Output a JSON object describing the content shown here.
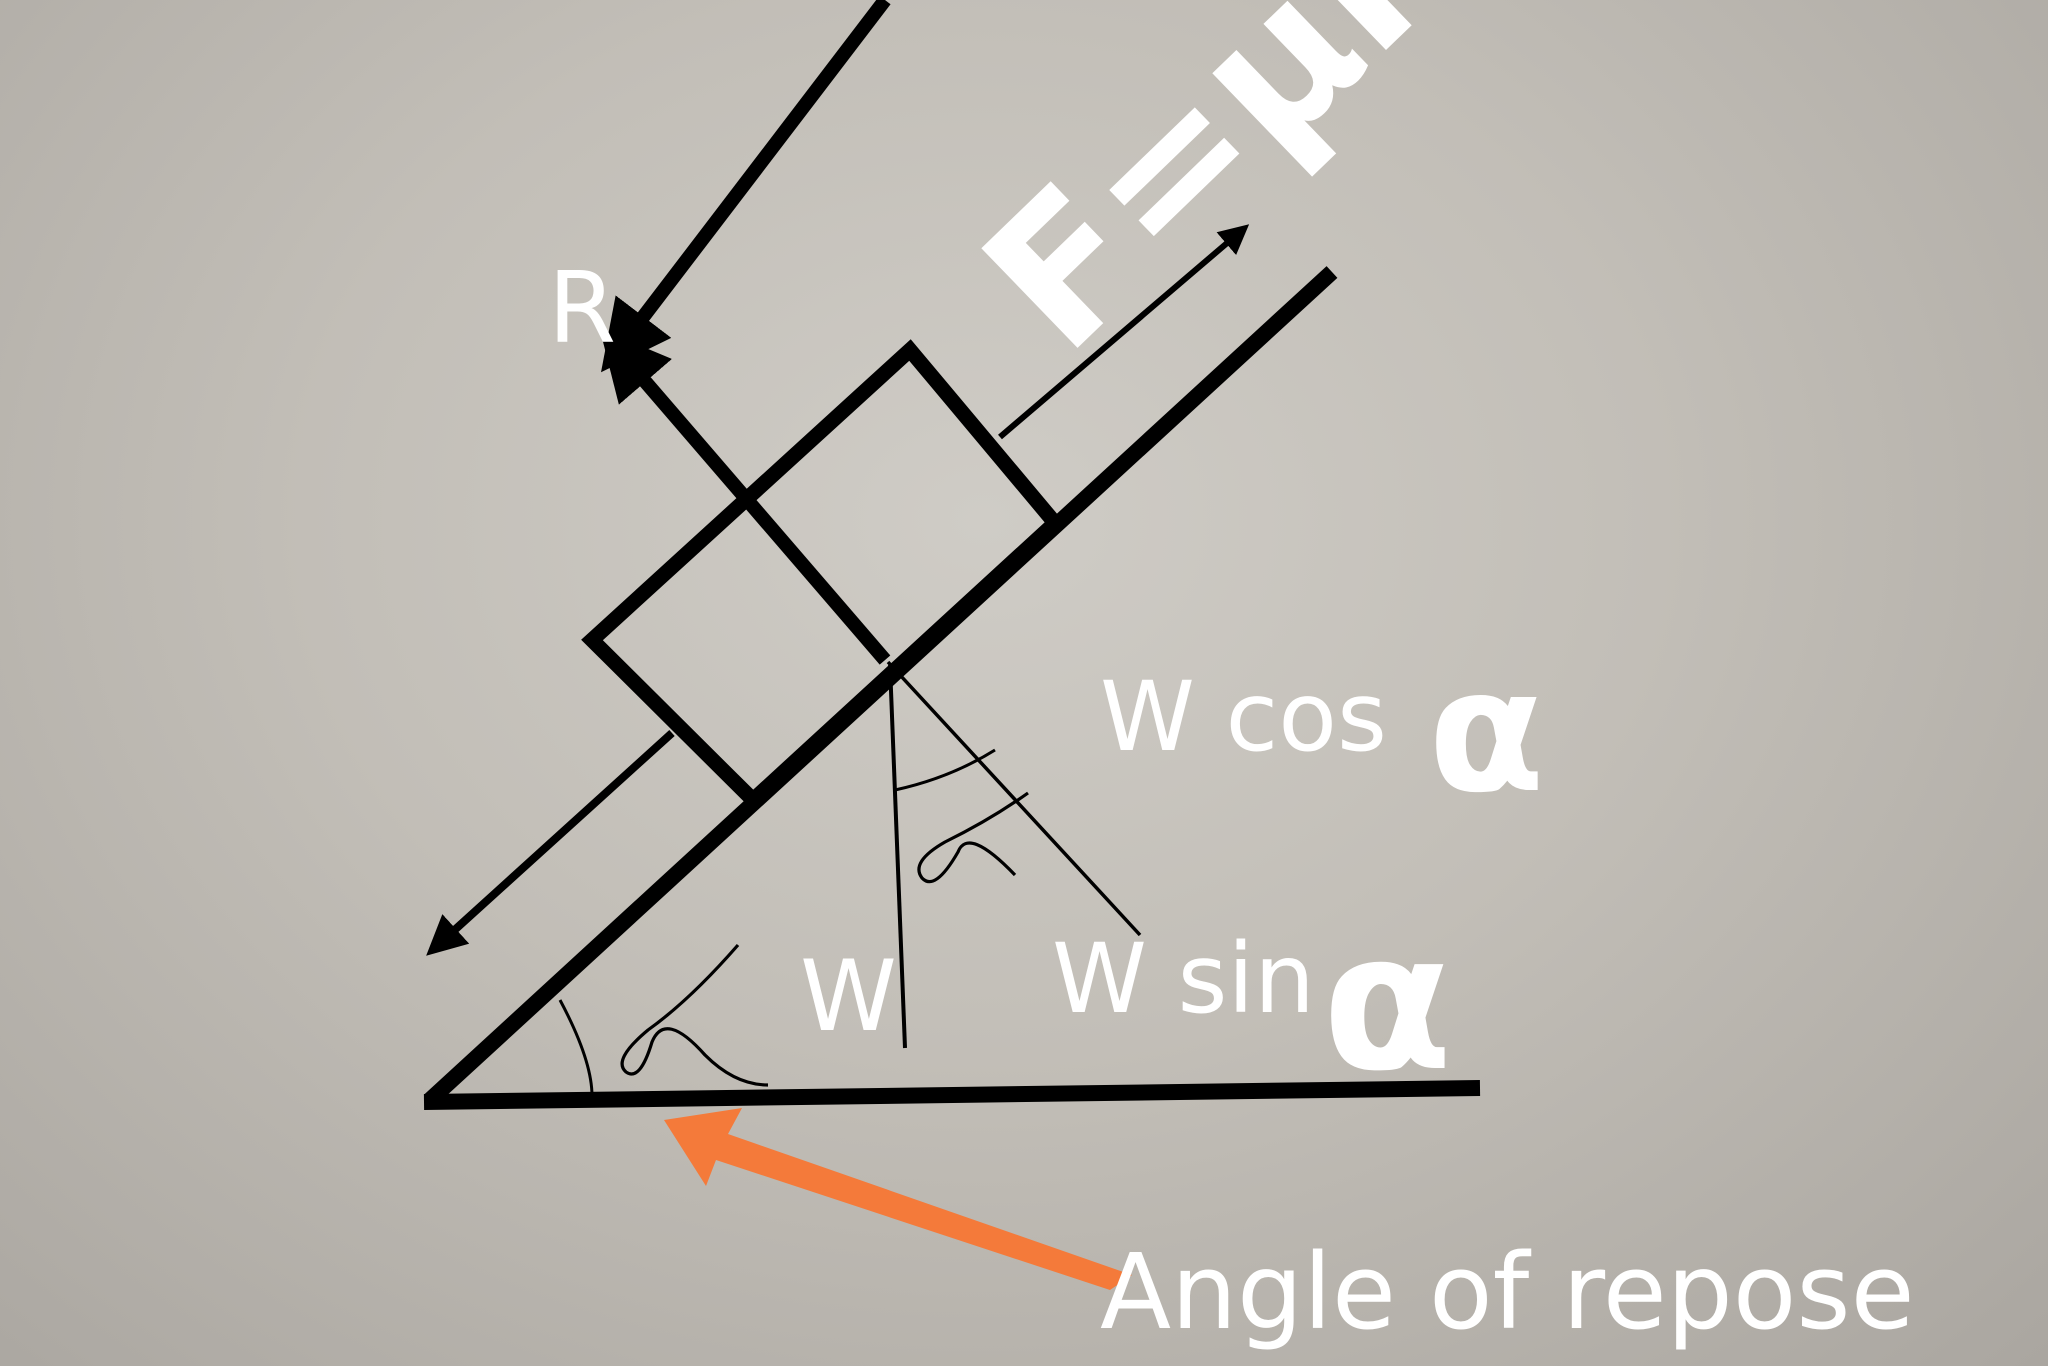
{
  "labels": {
    "reaction": "R",
    "friction": "F=μR",
    "weight": "W",
    "w_cos": "W cos",
    "w_sin": "W sin",
    "alpha": "α",
    "angle_of_repose": "Angle of repose"
  },
  "colors": {
    "background": "#c6c2bb",
    "ink": "#000000",
    "text": "#ffffff",
    "arrow": "#f47a3a"
  }
}
